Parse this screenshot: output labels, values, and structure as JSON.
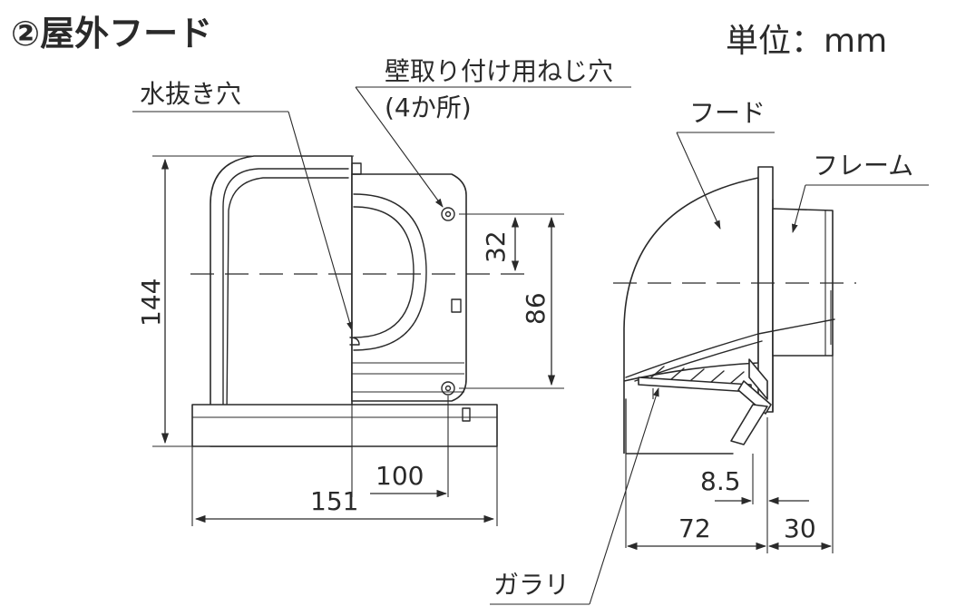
{
  "title": "②屋外フード",
  "unit_label": "単位：mm",
  "labels": {
    "drain_hole": "水抜き穴",
    "screw_holes": "壁取り付け用ねじ穴",
    "screw_holes_count": "(4か所)",
    "hood": "フード",
    "frame": "フレーム",
    "louver": "ガラリ"
  },
  "dimensions": {
    "height_total": "144",
    "hole_offset": "32",
    "hole_pitch": "86",
    "depth_100": "100",
    "depth_151": "151",
    "side_8_5": "8.5",
    "side_72": "72",
    "side_30": "30"
  }
}
